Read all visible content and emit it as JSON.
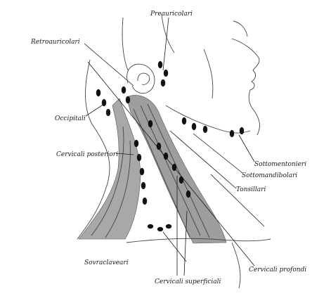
{
  "labels": {
    "preauricolari": "Preauricolari",
    "retroauricolari": "Retroauricolari",
    "occipitali": "Occipitali",
    "cervicali_posteriori": "Cervicali posteriori",
    "sottomentonieri": "Sottomentonieri",
    "sottomandibolari": "Sottomandibolari",
    "tonsillari": "Tonsillari",
    "sovraclaveari": "Sovraclaveari",
    "cervicali_profondi": "Cervicali profondi",
    "cervicali_superficiali": "Cervicali superficiali"
  },
  "colors": {
    "muscle": "#9e9e9e",
    "node": "#111111",
    "line": "#1a1a1a",
    "background": "#ffffff"
  }
}
